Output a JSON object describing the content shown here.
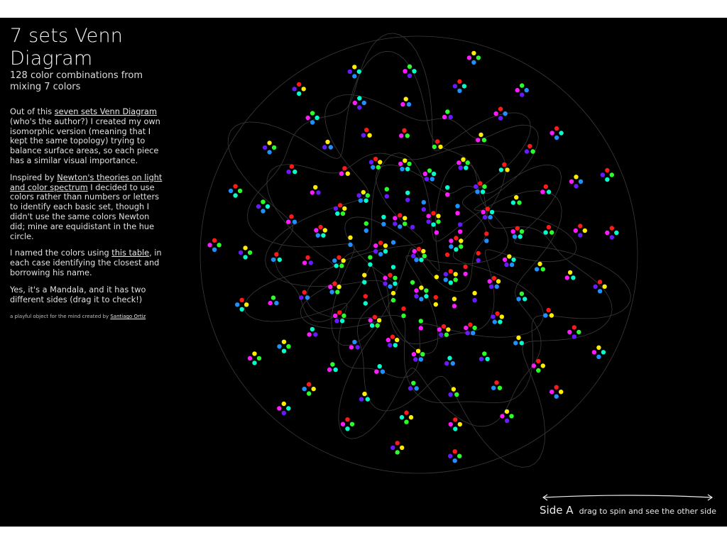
{
  "header": {
    "title": "7 sets Venn Diagram",
    "subtitle": "128 color combinations from mixing 7 colors"
  },
  "intro": {
    "p1_link": "seven sets Venn Diagram",
    "p1_pre": "Out of this ",
    "p1_post": " (who's the author?) I created my own isomorphic version (meaning that I kept the same topology) trying to balance surface areas, so each piece has a similar visual importance.",
    "p2_pre": "Inspired by ",
    "p2_link": "Newton's theories on light and color spectrum",
    "p2_post": " I decided to use colors rather than numbers or letters to identify each basic set, though I didn't use the same colors Newton did; mine are equidistant in the hue circle.",
    "p3_pre": "I named the colors using ",
    "p3_link": "this table",
    "p3_post": ", in each case identifying the closest and borrowing his name.",
    "p4": "Yes, it's a Mandala, and it has two different sides (drag it to check!)",
    "credit_pre": "a playful object for the mind created by ",
    "credit_link": "Santiago Ortiz"
  },
  "footer": {
    "side_label": "Side A",
    "drag_hint": "drag to spin and see the other side"
  },
  "colors": {
    "background": "#000000",
    "set_red": "#ff1a1a",
    "set_yellow": "#ffee00",
    "set_green": "#2bff2b",
    "set_cyan": "#00ffcc",
    "set_blue": "#1e90ff",
    "set_violet": "#6a1aff",
    "set_magenta": "#ff1aff",
    "outline": "#3a3a3a"
  }
}
